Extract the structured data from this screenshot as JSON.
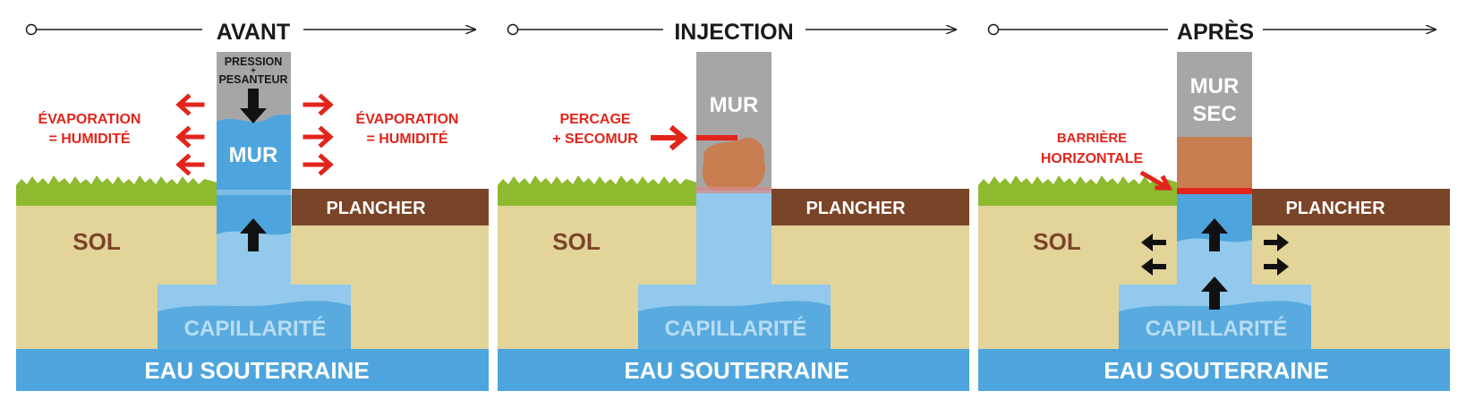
{
  "colors": {
    "soil": "#e3d49a",
    "grass": "#8dba2e",
    "grass_dark": "#6f9a1c",
    "floor": "#7a4428",
    "water_deep": "#4ea5dd",
    "water_light": "#93c9ec",
    "wall_grey": "#a6a6a6",
    "brick": "#c97e52",
    "red": "#e1251b",
    "soil_text": "#7a4428",
    "black": "#1a1a1a",
    "white": "#ffffff"
  },
  "panels": [
    {
      "id": "avant",
      "title": "AVANT",
      "labels": {
        "sol": "SOL",
        "plancher": "PLANCHER",
        "capillarite": "CAPILLARITÉ",
        "eau": "EAU SOUTERRAINE",
        "mur": "MUR",
        "pression_1": "PRESSION",
        "pression_2": "+",
        "pression_3": "PESANTEUR",
        "evap_left_1": "ÉVAPORATION",
        "evap_left_2": "= HUMIDITÉ",
        "evap_right_1": "ÉVAPORATION",
        "evap_right_2": "= HUMIDITÉ"
      }
    },
    {
      "id": "injection",
      "title": "INJECTION",
      "labels": {
        "sol": "SOL",
        "plancher": "PLANCHER",
        "capillarite": "CAPILLARITÉ",
        "eau": "EAU SOUTERRAINE",
        "mur": "MUR",
        "percage_1": "PERCAGE",
        "percage_2": "+ SECOMUR"
      }
    },
    {
      "id": "apres",
      "title": "APRÈS",
      "labels": {
        "sol": "SOL",
        "plancher": "PLANCHER",
        "capillarite": "CAPILLARITÉ",
        "eau": "EAU SOUTERRAINE",
        "mur_1": "MUR",
        "mur_2": "SEC",
        "barriere_1": "BARRIÈRE",
        "barriere_2": "HORIZONTALE"
      }
    }
  ]
}
